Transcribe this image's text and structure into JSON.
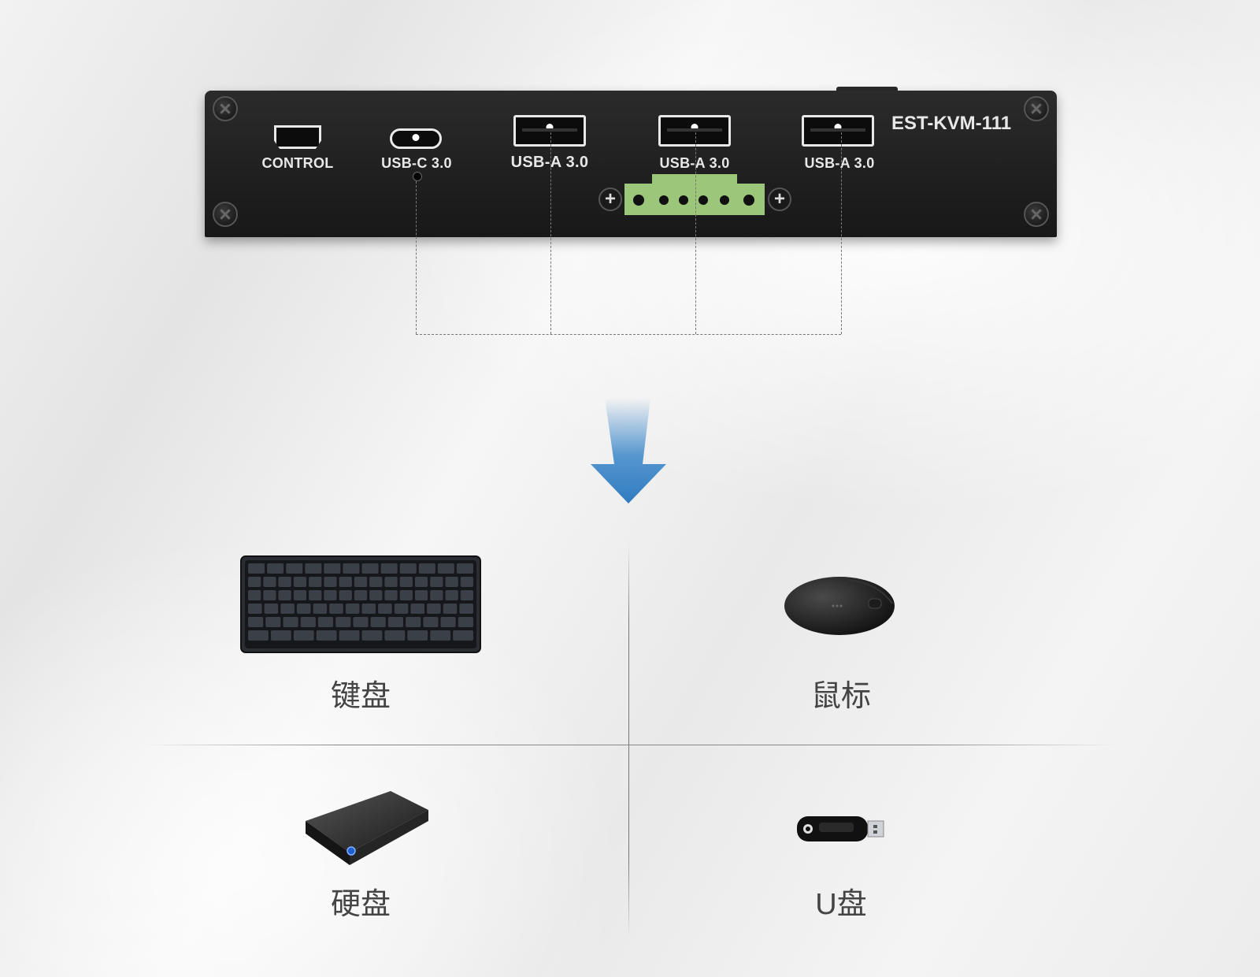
{
  "panel": {
    "model": "EST-KVM-111",
    "ports": [
      {
        "label": "CONTROL",
        "icon": "hdmi-port-icon"
      },
      {
        "label": "USB-C 3.0",
        "icon": "usb-c-port-icon"
      },
      {
        "label": "USB-A 3.0",
        "icon": "usb-a-port-icon"
      },
      {
        "label": "USB-A 3.0",
        "icon": "usb-a-port-icon"
      },
      {
        "label": "USB-A 3.0",
        "icon": "usb-a-port-icon"
      }
    ],
    "terminal_color": "#9cc67a"
  },
  "arrow_color": "#3a86c8",
  "devices": [
    {
      "label": "键盘",
      "icon": "keyboard-icon"
    },
    {
      "label": "鼠标",
      "icon": "mouse-icon"
    },
    {
      "label": "硬盘",
      "icon": "hard-drive-icon"
    },
    {
      "label": "U盘",
      "icon": "usb-flash-drive-icon"
    }
  ]
}
